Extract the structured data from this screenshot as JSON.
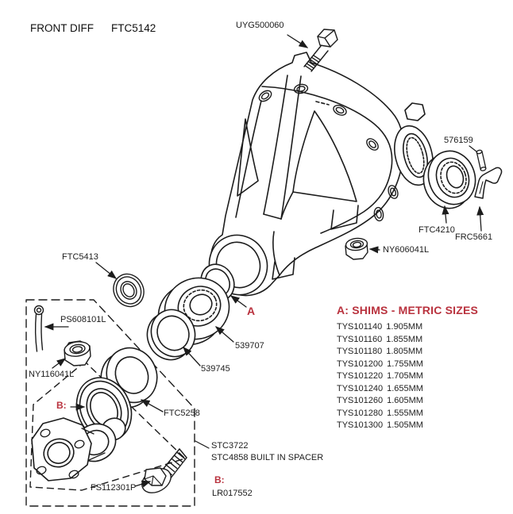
{
  "title": {
    "name": "FRONT DIFF",
    "part": "FTC5142"
  },
  "parts": {
    "uyg500060": "UYG500060",
    "pin576159": "576159",
    "ftc4210": "FTC4210",
    "frc5661": "FRC5661",
    "ny606041l": "NY606041L",
    "ftc5413": "FTC5413",
    "ps608101l": "PS608101L",
    "ny116041l": "NY116041L",
    "ftc5258": "FTC5258",
    "w539745": "539745",
    "b539707": "539707",
    "fs112301p": "FS112301P",
    "stc3722": "STC3722",
    "stc4858_note": "STC4858 BUILT IN SPACER",
    "lr017552": "LR017552"
  },
  "callouts": {
    "a": "A",
    "b": "B:"
  },
  "shims": {
    "heading": "A: SHIMS - METRIC SIZES",
    "items": [
      {
        "part": "TYS101140",
        "size": "1.905MM"
      },
      {
        "part": "TYS101160",
        "size": "1.855MM"
      },
      {
        "part": "TYS101180",
        "size": "1.805MM"
      },
      {
        "part": "TYS101200",
        "size": "1.755MM"
      },
      {
        "part": "TYS101220",
        "size": "1.705MM"
      },
      {
        "part": "TYS101240",
        "size": "1.655MM"
      },
      {
        "part": "TYS101260",
        "size": "1.605MM"
      },
      {
        "part": "TYS101280",
        "size": "1.555MM"
      },
      {
        "part": "TYS101300",
        "size": "1.505MM"
      }
    ]
  },
  "colors": {
    "accent_red": "#b9323e",
    "line": "#1c1c1c",
    "background": "#ffffff"
  }
}
